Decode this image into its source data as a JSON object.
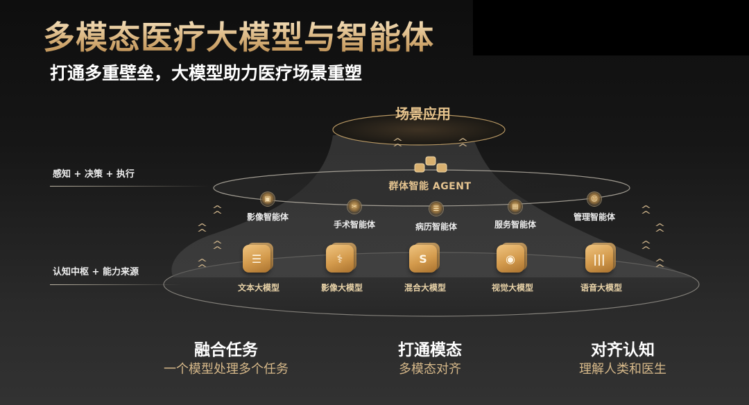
{
  "header": {
    "title": "多模态医疗大模型与智能体",
    "subtitle": "打通多重壁垒，大模型助力医疗场景重塑"
  },
  "side_labels": {
    "upper": "感知 + 决策 + 执行",
    "lower": "认知中枢 + 能力来源"
  },
  "top_layer": {
    "label": "场景应用"
  },
  "agent_group": {
    "label": "群体智能 AGENT",
    "icon": "group-agents-icon"
  },
  "agents": [
    {
      "label": "影像智能体",
      "icon": "imaging-agent-icon",
      "glyph": "▣"
    },
    {
      "label": "手术智能体",
      "icon": "surgery-agent-icon",
      "glyph": "✂"
    },
    {
      "label": "病历智能体",
      "icon": "record-agent-icon",
      "glyph": "☰"
    },
    {
      "label": "服务智能体",
      "icon": "service-agent-icon",
      "glyph": "▤"
    },
    {
      "label": "管理智能体",
      "icon": "management-agent-icon",
      "glyph": "☺"
    }
  ],
  "models": [
    {
      "label": "文本大模型",
      "icon": "text-model-icon",
      "glyph": "☰"
    },
    {
      "label": "影像大模型",
      "icon": "imaging-model-icon",
      "glyph": "⚕"
    },
    {
      "label": "混合大模型",
      "icon": "hybrid-model-icon",
      "glyph": "S"
    },
    {
      "label": "视觉大模型",
      "icon": "vision-model-icon",
      "glyph": "◉"
    },
    {
      "label": "语音大模型",
      "icon": "voice-model-icon",
      "glyph": "|||"
    }
  ],
  "bottom": [
    {
      "heading": "融合任务",
      "sub": "一个模型处理多个任务"
    },
    {
      "heading": "打通模态",
      "sub": "多模态对齐"
    },
    {
      "heading": "对齐认知",
      "sub": "理解人类和医生"
    }
  ],
  "colors": {
    "gold": "#d7b17a",
    "background": "#1a1a1a"
  }
}
